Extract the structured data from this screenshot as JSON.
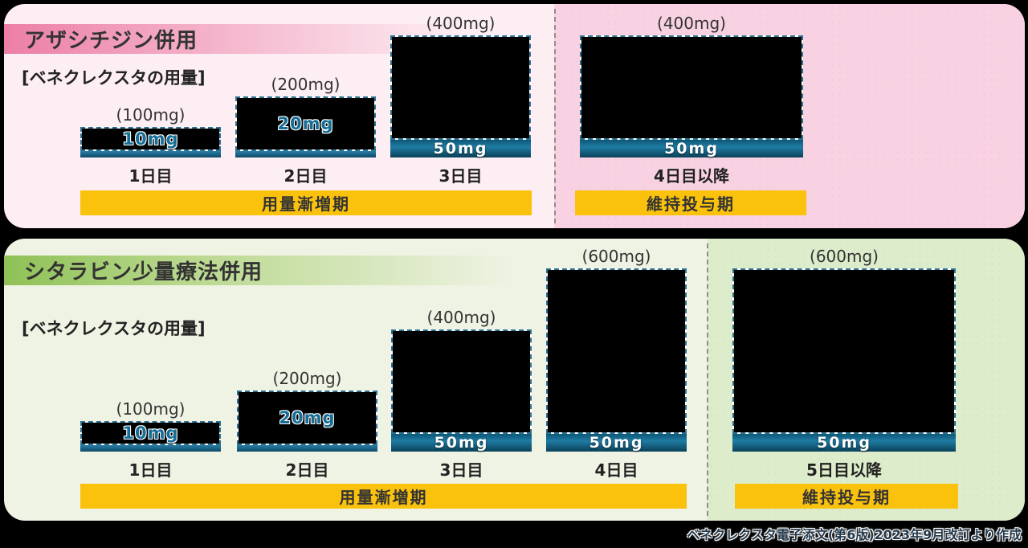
{
  "source_note": "ベネクレクスタ電子添文(第6版)2023年9月改訂より作成",
  "colors": {
    "panel_pink": "#fdeef4",
    "panel_pink_maintenance": "#f8d2e2",
    "header_pink": "#ec7ea7",
    "panel_green": "#eff3e3",
    "panel_green_maintenance": "#ddecca",
    "header_green": "#8fc156",
    "phase_yellow": "#fac10d",
    "strip_teal": "#0d5876",
    "dashed_border_teal": "#2d7191"
  },
  "panels": [
    {
      "title": "アザシチジン併用",
      "dose_caption": "[ベネクレクスタの用量]",
      "phases": {
        "escalation": "用量漸増期",
        "maintenance": "維持投与期"
      },
      "bars": [
        {
          "day_label": "1日目",
          "total_label": "(100mg)",
          "tablet_label": "10mg",
          "dose_mg": 100
        },
        {
          "day_label": "2日目",
          "total_label": "(200mg)",
          "tablet_label": "20mg",
          "dose_mg": 200
        },
        {
          "day_label": "3日目",
          "total_label": "(400mg)",
          "tablet_label": "50mg",
          "dose_mg": 400
        },
        {
          "day_label": "4日目以降",
          "total_label": "(400mg)",
          "tablet_label": "50mg",
          "dose_mg": 400
        }
      ]
    },
    {
      "title": "シタラビン少量療法併用",
      "dose_caption": "[ベネクレクスタの用量]",
      "phases": {
        "escalation": "用量漸増期",
        "maintenance": "維持投与期"
      },
      "bars": [
        {
          "day_label": "1日目",
          "total_label": "(100mg)",
          "tablet_label": "10mg",
          "dose_mg": 100
        },
        {
          "day_label": "2日目",
          "total_label": "(200mg)",
          "tablet_label": "20mg",
          "dose_mg": 200
        },
        {
          "day_label": "3日目",
          "total_label": "(400mg)",
          "tablet_label": "50mg",
          "dose_mg": 400
        },
        {
          "day_label": "4日目",
          "total_label": "(600mg)",
          "tablet_label": "50mg",
          "dose_mg": 600
        },
        {
          "day_label": "5日目以降",
          "total_label": "(600mg)",
          "tablet_label": "50mg",
          "dose_mg": 600
        }
      ]
    }
  ],
  "chart_data": [
    {
      "type": "bar",
      "title": "アザシチジン併用",
      "subtitle": "[ベネクレクスタの用量]",
      "categories": [
        "1日目",
        "2日目",
        "3日目",
        "4日目以降"
      ],
      "values": [
        100,
        200,
        400,
        400
      ],
      "unit": "mg",
      "bar_labels": [
        "10mg",
        "20mg",
        "50mg",
        "50mg"
      ],
      "phase_spans": [
        {
          "label": "用量漸増期",
          "categories": [
            "1日目",
            "2日目",
            "3日目"
          ]
        },
        {
          "label": "維持投与期",
          "categories": [
            "4日目以降"
          ]
        }
      ]
    },
    {
      "type": "bar",
      "title": "シタラビン少量療法併用",
      "subtitle": "[ベネクレクスタの用量]",
      "categories": [
        "1日目",
        "2日目",
        "3日目",
        "4日目",
        "5日目以降"
      ],
      "values": [
        100,
        200,
        400,
        600,
        600
      ],
      "unit": "mg",
      "bar_labels": [
        "10mg",
        "20mg",
        "50mg",
        "50mg",
        "50mg"
      ],
      "phase_spans": [
        {
          "label": "用量漸増期",
          "categories": [
            "1日目",
            "2日目",
            "3日目",
            "4日目"
          ]
        },
        {
          "label": "維持投与期",
          "categories": [
            "5日目以降"
          ]
        }
      ]
    }
  ]
}
